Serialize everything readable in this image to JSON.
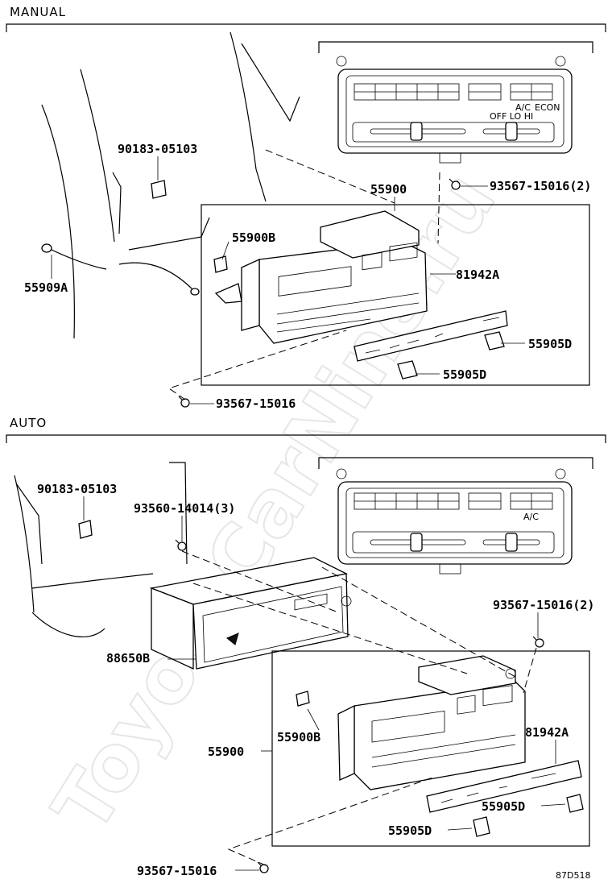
{
  "sections": {
    "manual": "MANUAL",
    "auto": "AUTO"
  },
  "manual_labels": {
    "clip": "90183-05103",
    "unit": "55900",
    "screw_top": "93567-15016(2)",
    "knob_small": "55900B",
    "wire": "55909A",
    "panel": "81942A",
    "knob_right": "55905D",
    "knob_bottom": "55905D",
    "screw_bottom": "93567-15016"
  },
  "auto_labels": {
    "clip": "90183-05103",
    "screw_left": "93560-14014(3)",
    "screw_right": "93567-15016(2)",
    "module": "88650B",
    "unit": "55900",
    "knob_small": "55900B",
    "panel": "81942A",
    "knob_right": "55905D",
    "knob_bottom": "55905D",
    "screw_bottom": "93567-15016"
  },
  "panel_marks": {
    "ac": "A/C",
    "econ": "ECON",
    "off_lo_hi": "OFF LO     HI"
  },
  "diagram_code": "87D518",
  "watermark": "ToyotaCarNine.ru"
}
